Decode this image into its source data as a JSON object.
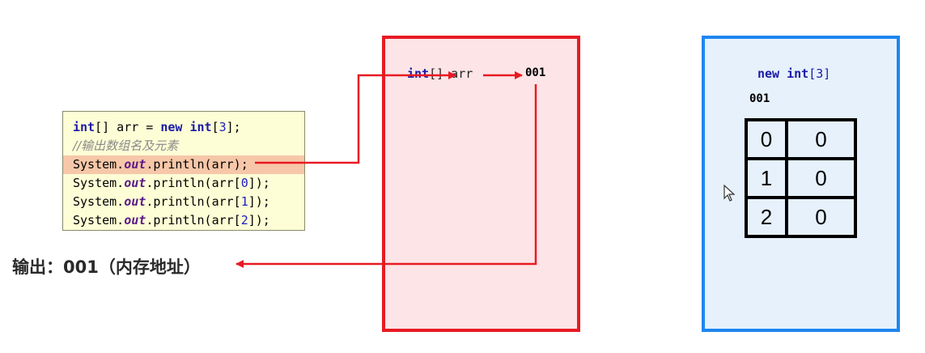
{
  "code": {
    "line1": {
      "kw1": "int",
      "p1": "[] arr = ",
      "kw2": "new",
      "p2": " ",
      "kw3": "int",
      "p3": "[",
      "n": "3",
      "p4": "];"
    },
    "line2": "//输出数组名及元素",
    "line3": {
      "a": "System.",
      "out": "out",
      "b": ".println(arr);"
    },
    "line4": {
      "a": "System.",
      "out": "out",
      "b": ".println(arr[",
      "n": "0",
      "c": "]);"
    },
    "line5": {
      "a": "System.",
      "out": "out",
      "b": ".println(arr[",
      "n": "1",
      "c": "]);"
    },
    "line6": {
      "a": "System.",
      "out": "out",
      "b": ".println(arr[",
      "n": "2",
      "c": "]);"
    }
  },
  "stack": {
    "var_kw": "int",
    "var_rest": "[] arr",
    "address": "001"
  },
  "heap": {
    "title_kw1": "new",
    "title_kw2": "int",
    "title_rest": "[3]",
    "address": "001",
    "rows": [
      {
        "index": "0",
        "value": "0"
      },
      {
        "index": "1",
        "value": "0"
      },
      {
        "index": "2",
        "value": "0"
      }
    ]
  },
  "output": {
    "label": "输出：001（内存地址）"
  },
  "colors": {
    "stack_border": "#e81a23",
    "stack_fill": "#fde4e6",
    "heap_border": "#1e86f0",
    "heap_fill": "#e6f1fc",
    "arrow": "#e81a23"
  }
}
